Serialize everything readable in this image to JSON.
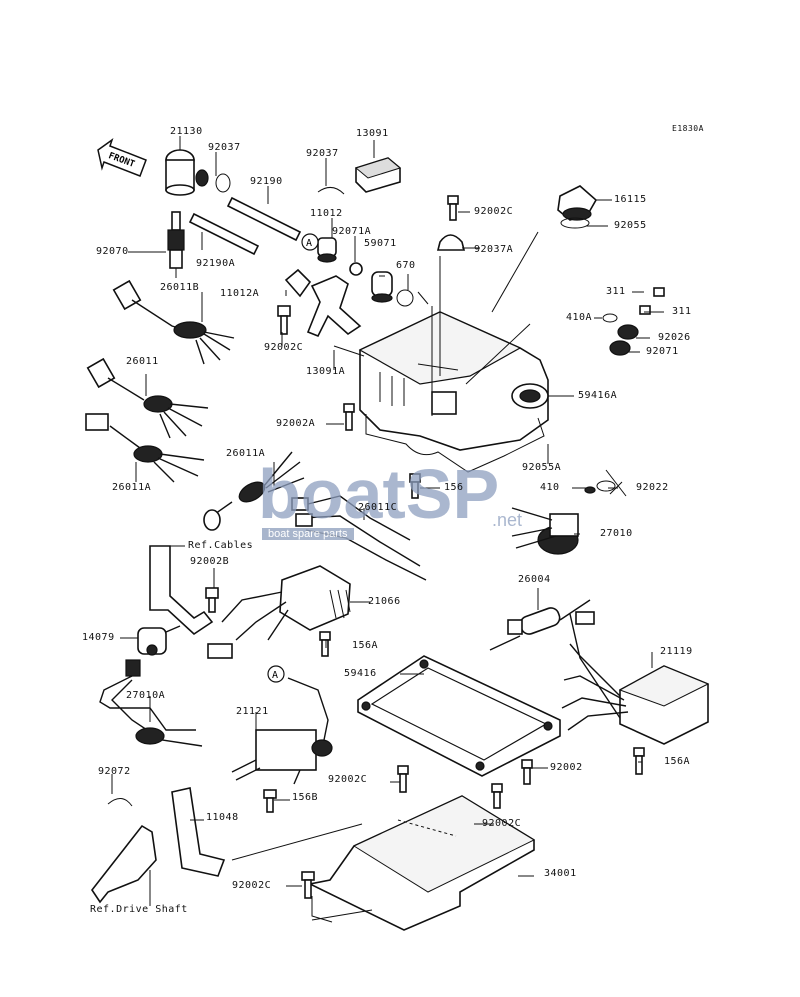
{
  "diagram": {
    "code": "E1830A",
    "front_label": "FRONT",
    "watermark": {
      "brand": "boatSP",
      "tld": ".net",
      "tagline": "boat spare parts"
    },
    "parts": [
      {
        "id": "p21130",
        "label": "21130"
      },
      {
        "id": "p92037a",
        "label": "92037"
      },
      {
        "id": "p13091",
        "label": "13091"
      },
      {
        "id": "p92037b",
        "label": "92037"
      },
      {
        "id": "p92190",
        "label": "92190"
      },
      {
        "id": "p11012",
        "label": "11012"
      },
      {
        "id": "p92070",
        "label": "92070"
      },
      {
        "id": "p92190A",
        "label": "92190A"
      },
      {
        "id": "p92071A",
        "label": "92071A"
      },
      {
        "id": "p59071",
        "label": "59071"
      },
      {
        "id": "p670",
        "label": "670"
      },
      {
        "id": "p92002Ca",
        "label": "92002C"
      },
      {
        "id": "p92037A",
        "label": "92037A"
      },
      {
        "id": "p16115",
        "label": "16115"
      },
      {
        "id": "p92055",
        "label": "92055"
      },
      {
        "id": "p26011B",
        "label": "26011B"
      },
      {
        "id": "p11012A",
        "label": "11012A"
      },
      {
        "id": "p92002Cb",
        "label": "92002C"
      },
      {
        "id": "p13091A",
        "label": "13091A"
      },
      {
        "id": "p311a",
        "label": "311"
      },
      {
        "id": "p311b",
        "label": "311"
      },
      {
        "id": "p410A",
        "label": "410A"
      },
      {
        "id": "p92026",
        "label": "92026"
      },
      {
        "id": "p92071",
        "label": "92071"
      },
      {
        "id": "p26011",
        "label": "26011"
      },
      {
        "id": "p59416A",
        "label": "59416A"
      },
      {
        "id": "p92002A",
        "label": "92002A"
      },
      {
        "id": "p26011A",
        "label": "26011A"
      },
      {
        "id": "p92055A",
        "label": "92055A"
      },
      {
        "id": "p26011Aa",
        "label": "26011A"
      },
      {
        "id": "p156",
        "label": "156"
      },
      {
        "id": "p92022",
        "label": "92022"
      },
      {
        "id": "p410",
        "label": "410"
      },
      {
        "id": "p26011C",
        "label": "26011C"
      },
      {
        "id": "p27010",
        "label": "27010"
      },
      {
        "id": "pRefCables",
        "label": "Ref.Cables"
      },
      {
        "id": "p92002B",
        "label": "92002B"
      },
      {
        "id": "p26004",
        "label": "26004"
      },
      {
        "id": "p21066",
        "label": "21066"
      },
      {
        "id": "p14079",
        "label": "14079"
      },
      {
        "id": "p156A",
        "label": "156A"
      },
      {
        "id": "p21119",
        "label": "21119"
      },
      {
        "id": "p59416",
        "label": "59416"
      },
      {
        "id": "p27010A",
        "label": "27010A"
      },
      {
        "id": "p21121",
        "label": "21121"
      },
      {
        "id": "p156Ab",
        "label": "156A"
      },
      {
        "id": "p92002",
        "label": "92002"
      },
      {
        "id": "p92072",
        "label": "92072"
      },
      {
        "id": "p92002Cc",
        "label": "92002C"
      },
      {
        "id": "p156B",
        "label": "156B"
      },
      {
        "id": "p11048",
        "label": "11048"
      },
      {
        "id": "p92002Cd",
        "label": "92002C"
      },
      {
        "id": "p34001",
        "label": "34001"
      },
      {
        "id": "p92002Ce",
        "label": "92002C"
      },
      {
        "id": "pRefDrive",
        "label": "Ref.Drive Shaft"
      }
    ],
    "markers": [
      {
        "id": "mA1",
        "label": "A"
      },
      {
        "id": "mA2",
        "label": "A"
      }
    ]
  }
}
